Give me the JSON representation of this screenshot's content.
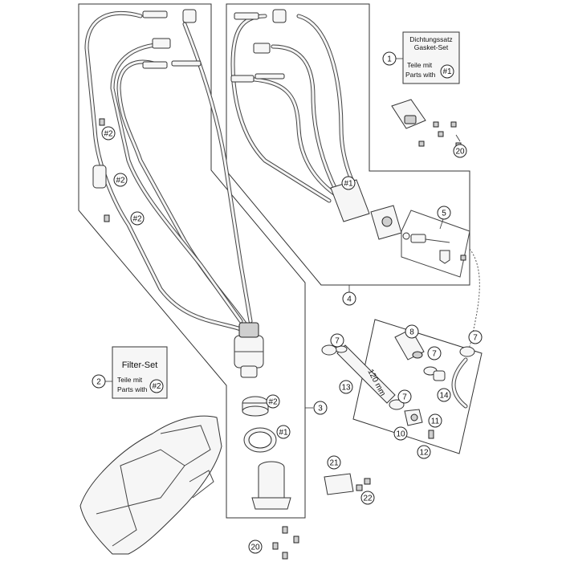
{
  "boxes": {
    "gasket": {
      "line1": "Dichtungssatz",
      "line2": "Gasket-Set",
      "line3": "Teile mit",
      "line4": "Parts with",
      "ref": "#1"
    },
    "filter": {
      "title": "Filter-Set",
      "line1": "Teile mit",
      "line2": "Parts with",
      "ref": "#2"
    }
  },
  "dimension": {
    "label": "120 mm"
  },
  "callouts": {
    "c1": "1",
    "c2": "2",
    "c3": "3",
    "c4": "4",
    "c5": "5",
    "c7a": "7",
    "c7b": "7",
    "c7c": "7",
    "c7d": "7",
    "c8": "8",
    "c10": "10",
    "c11": "11",
    "c12": "12",
    "c13": "13",
    "c14": "14",
    "c20a": "20",
    "c20b": "20",
    "c21": "21",
    "c22": "22",
    "r1a": "#1",
    "r1b": "#1",
    "r2a": "#2",
    "r2b": "#2",
    "r2c": "#2",
    "r2d": "#2"
  }
}
